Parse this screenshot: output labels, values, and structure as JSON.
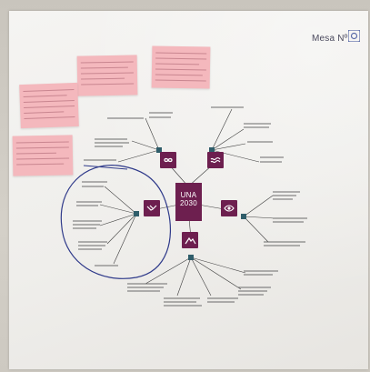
{
  "header": {
    "title": "Mesa Nº"
  },
  "hub": {
    "line1": "UNA",
    "line2": "2030"
  },
  "palette": {
    "hub": "#6d1f4f",
    "notes": "#f4b8bd",
    "marker_circle": "#2f3a8a",
    "dots": "#2f5d6a"
  },
  "icons": [
    "infinity-icon",
    "wave-icon",
    "handshake-icon",
    "eye-icon",
    "mountain-icon",
    "qr-code-icon"
  ]
}
